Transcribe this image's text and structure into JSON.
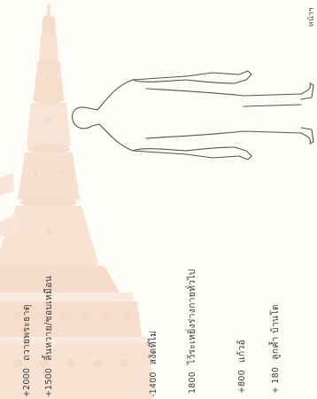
{
  "header": {
    "corner_text": "หน้าฯ"
  },
  "notes": [
    {
      "amount": "+2000",
      "text": "ถวายพระธาตุ"
    },
    {
      "amount": "+1500",
      "text": "ลิ้นหวาย/ชอบเหมือน"
    },
    {
      "amount": "-1400",
      "text": "สงัดที่ไม่"
    },
    {
      "amount": "1800",
      "text": "ไว้ระเหยิ่งร่างกายทั่วไป"
    },
    {
      "amount": "+800",
      "text": "แก้วอ้"
    },
    {
      "amount": "+ 180",
      "text": "ลูกค้ำ บ้านโต"
    }
  ],
  "watermark": {
    "description": "temple-spire-watermark",
    "color_primary": "#f2c3a4",
    "color_accent": "#f6dcc9"
  },
  "figure": {
    "description": "body-outline"
  }
}
